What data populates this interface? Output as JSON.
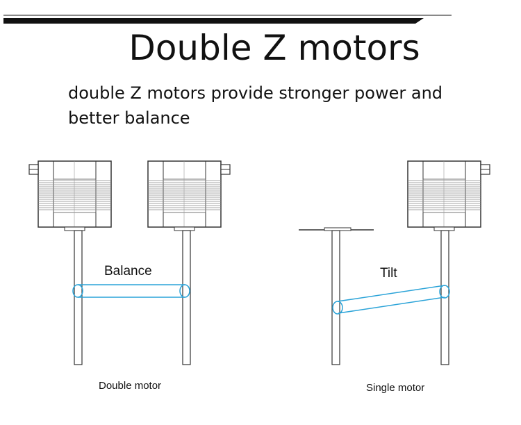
{
  "title": "Double Z motors",
  "subtitle": "double Z motors provide stronger power and better balance",
  "left_diagram": {
    "label": "Balance",
    "caption": "Double motor"
  },
  "right_diagram": {
    "label": "Tilt",
    "caption": "Single motor"
  },
  "colors": {
    "accent": "#2aa3d8",
    "line": "#333333",
    "bar": "#111111"
  }
}
